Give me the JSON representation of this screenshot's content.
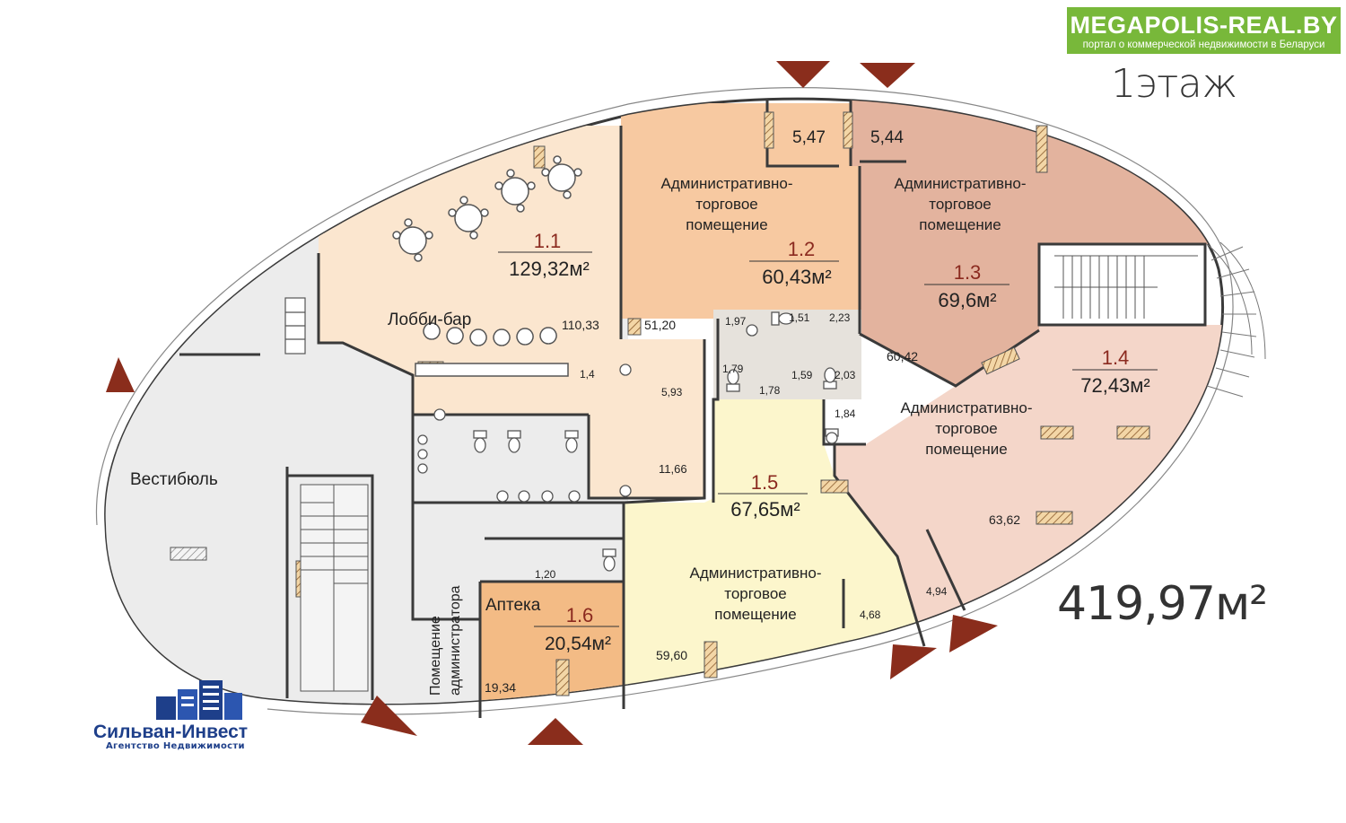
{
  "header": {
    "site_name": "MEGAPOLIS-REAL.BY",
    "site_tagline": "портал о коммерческой недвижимости в Беларуси",
    "floor_label": "1этаж",
    "total_area": "419,97м²"
  },
  "logo": {
    "brand": "Сильван-Инвест",
    "subtitle": "Агентство Недвижимости"
  },
  "colors": {
    "unit_1_1": "#fbe6cf",
    "unit_1_2": "#f7c9a1",
    "unit_1_3": "#e3b39e",
    "unit_1_4": "#f4d6c9",
    "unit_1_5": "#fcf6cc",
    "unit_1_6": "#f3bb85",
    "common": "#ebebeb",
    "walls": "#3a3a3a",
    "unit_number": "#8b2a1f",
    "entrance_arrow": "#8a2d1c",
    "badge": "#78b83a"
  },
  "units": [
    {
      "id": "1.1",
      "area": "129,32м²",
      "label": ""
    },
    {
      "id": "1.2",
      "area": "60,43м²",
      "label": "Административно-|торговое|помещение"
    },
    {
      "id": "1.3",
      "area": "69,6м²",
      "label": "Административно-|торговое|помещение"
    },
    {
      "id": "1.4",
      "area": "72,43м²",
      "label": "Административно-|торговое|помещение"
    },
    {
      "id": "1.5",
      "area": "67,65м²",
      "label": "Административно-|торговое|помещение"
    },
    {
      "id": "1.6",
      "area": "20,54м²",
      "label": ""
    }
  ],
  "room_names": {
    "lobby_bar": "Лобби-бар",
    "vestibule": "Вестибюль",
    "pharmacy": "Аптека",
    "admin_room_line1": "Помещение",
    "admin_room_line2": "администратора"
  },
  "room_areas": [
    "5,47",
    "5,44",
    "110,33",
    "51,20",
    "1,97",
    "1,51",
    "2,23",
    "1,4",
    "5,93",
    "1,79",
    "1,59",
    "1,78",
    "2,03",
    "60,42",
    "1,84",
    "11,66",
    "63,62",
    "4,94",
    "4,68",
    "59,60",
    "1,20",
    "19,34"
  ],
  "icons": {
    "entrance": "entrance-arrow-icon",
    "toilet": "toilet-icon",
    "table": "round-table-icon",
    "stairs": "staircase-icon"
  }
}
